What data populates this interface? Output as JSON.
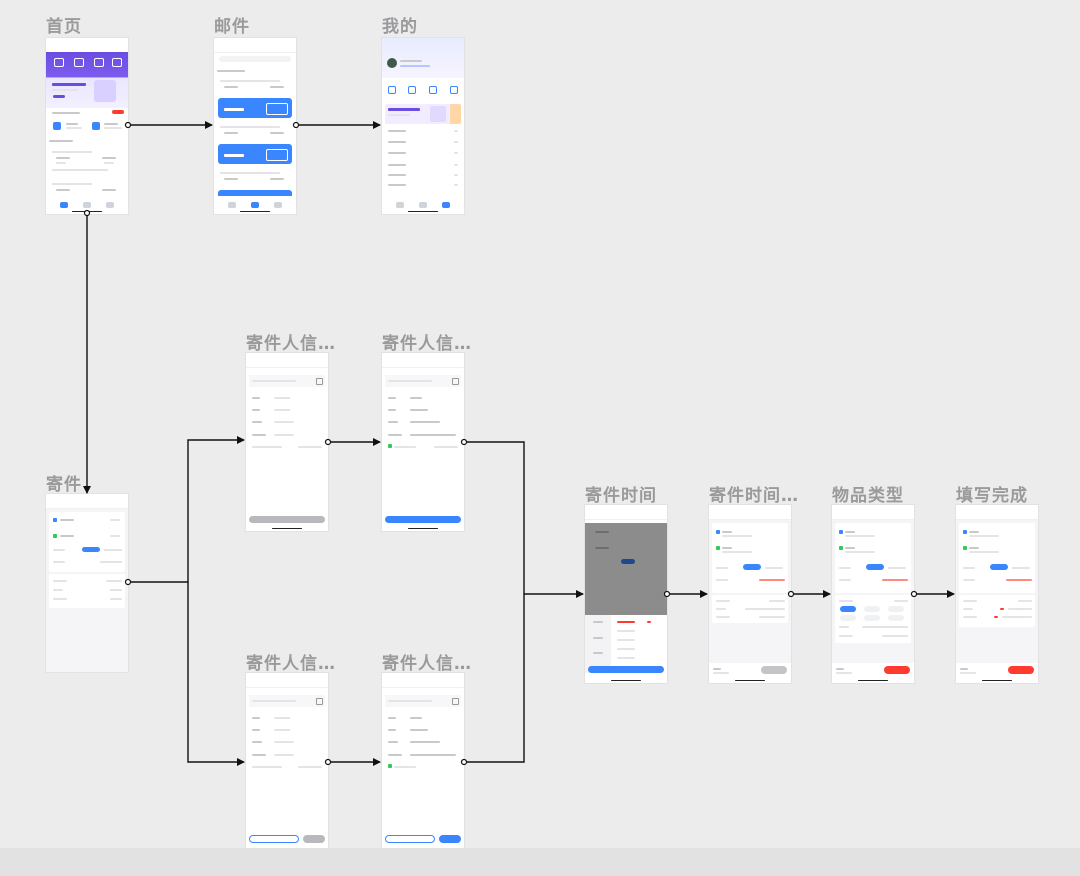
{
  "frames": [
    {
      "id": "home",
      "title": "首页"
    },
    {
      "id": "mail",
      "title": "邮件"
    },
    {
      "id": "mine",
      "title": "我的"
    },
    {
      "id": "send",
      "title": "寄件"
    },
    {
      "id": "sender-info-1",
      "title": "寄件人信…"
    },
    {
      "id": "sender-info-2",
      "title": "寄件人信…"
    },
    {
      "id": "sender-info-3",
      "title": "寄件人信…"
    },
    {
      "id": "sender-info-4",
      "title": "寄件人信…"
    },
    {
      "id": "send-time-1",
      "title": "寄件时间"
    },
    {
      "id": "send-time-2",
      "title": "寄件时间…"
    },
    {
      "id": "item-type",
      "title": "物品类型"
    },
    {
      "id": "filled-done",
      "title": "填写完成"
    }
  ],
  "colors": {
    "canvas": "#ececed",
    "title": "#9a9a9c",
    "accent": "#3a86ff",
    "purple": "#6c4ce0",
    "danger": "#ff3b30",
    "connector": "#111111"
  }
}
